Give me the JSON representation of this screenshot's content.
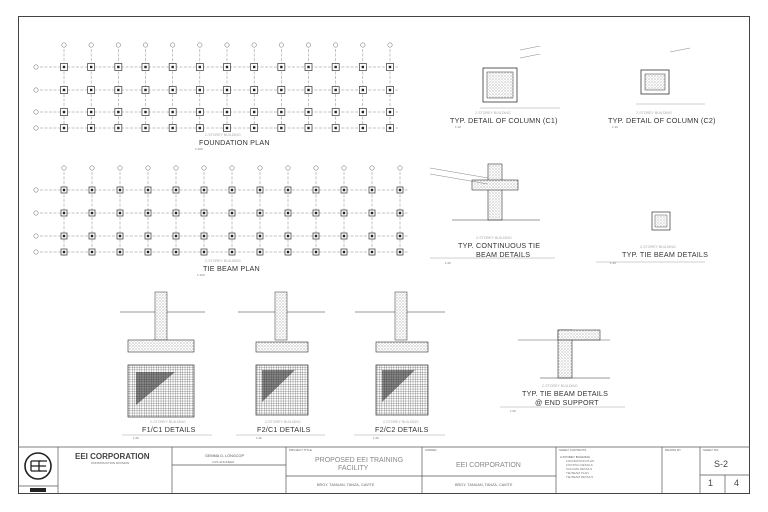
{
  "drawings": {
    "foundation_plan": {
      "title": "FOUNDATION PLAN",
      "sub": "2-STOREY BUILDING",
      "scale": "1:100"
    },
    "tie_beam_plan": {
      "title": "TIE BEAM PLAN",
      "sub": "2-STOREY BUILDING",
      "scale": "1:100"
    },
    "column_c1": {
      "title": "TYP. DETAIL OF COLUMN (C1)",
      "sub": "2-STOREY BUILDING",
      "scale": "1:10"
    },
    "column_c2": {
      "title": "TYP. DETAIL OF COLUMN (C2)",
      "sub": "2-STOREY BUILDING",
      "scale": "1:10"
    },
    "continuous_tie": {
      "title_line1": "TYP. CONTINUOUS TIE",
      "title_line2": "BEAM DETAILS",
      "sub": "2-STOREY BUILDING",
      "scale": "1:20"
    },
    "tie_beam_details": {
      "title": "TYP. TIE BEAM DETAILS",
      "sub": "2-STOREY BUILDING",
      "scale": "1:10"
    },
    "end_support": {
      "title_line1": "TYP. TIE BEAM DETAILS",
      "title_line2": "@ END SUPPORT",
      "sub": "2-STOREY BUILDING",
      "scale": "1:20"
    },
    "f1c1": {
      "title": "F1/C1 DETAILS",
      "sub": "2-STOREY BUILDING",
      "scale": "1:20"
    },
    "f2c1": {
      "title": "F2/C1 DETAILS",
      "sub": "2-STOREY BUILDING",
      "scale": "1:20"
    },
    "f2c2": {
      "title": "F2/C2 DETAILS",
      "sub": "2-STOREY BUILDING",
      "scale": "1:20"
    }
  },
  "title_block": {
    "company": "EEI CORPORATION",
    "division": "CONSTRUCTION DIVISION",
    "engineer": "GEMMA D. LONGCOP",
    "engineer_role": "CIVIL ENGINEER",
    "project_title_label": "PROJECT TITLE",
    "project_title_line1": "PROPOSED EEI TRAINING",
    "project_title_line2": "FACILITY",
    "owner_label": "OWNER",
    "owner": "EEI CORPORATION",
    "location": "BRGY. TANUAN, TANZA, CAVITE",
    "location2": "BRGY. TANUAN, TANZA, CAVITE",
    "sheet_contents_label": "SHEET CONTENTS",
    "sheet_contents": [
      "2-STOREY BUILDING",
      "FOUNDATION PLAN",
      "FOOTING DETAILS",
      "COLUMN DETAILS",
      "TIE BEAM PLAN",
      "TIE BEAM DETAILS"
    ],
    "drawn_by_label": "DRAWN BY",
    "sheet_no_label": "SHEET NO.",
    "sheet_no": "S-2",
    "sheet_index": "1",
    "sheet_total": "4"
  }
}
